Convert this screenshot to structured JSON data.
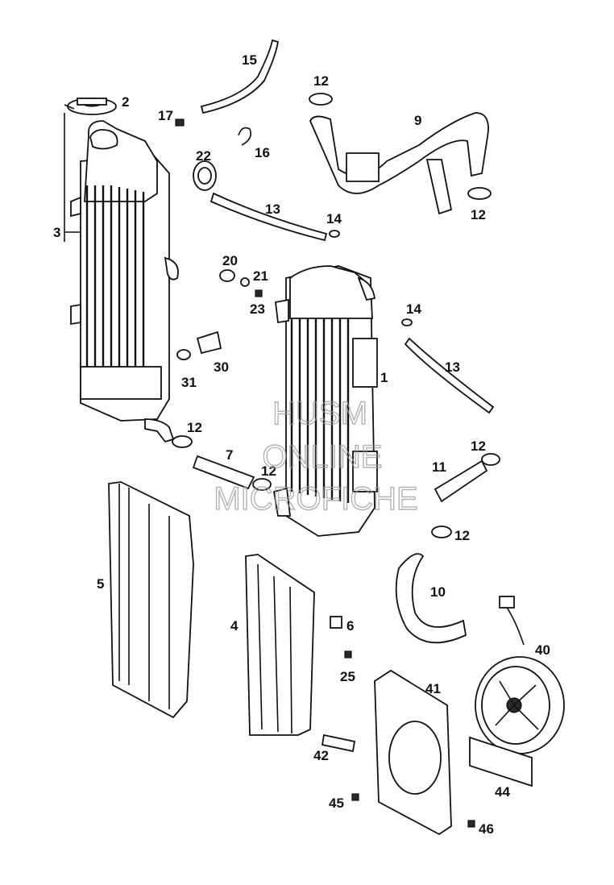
{
  "callouts": {
    "c1": "1",
    "c2": "2",
    "c3": "3",
    "c4": "4",
    "c5": "5",
    "c6": "6",
    "c7": "7",
    "c9": "9",
    "c10": "10",
    "c11": "11",
    "c12a": "12",
    "c12b": "12",
    "c12c": "12",
    "c12d": "12",
    "c12e": "12",
    "c12f": "12",
    "c13a": "13",
    "c13b": "13",
    "c14a": "14",
    "c14b": "14",
    "c15": "15",
    "c16": "16",
    "c17": "17",
    "c20": "20",
    "c21": "21",
    "c22": "22",
    "c23": "23",
    "c25": "25",
    "c30": "30",
    "c31": "31",
    "c40": "40",
    "c41": "41",
    "c42": "42",
    "c44": "44",
    "c45": "45",
    "c46": "46"
  },
  "watermark": {
    "line1": "HUSM",
    "line2": "ONLINE",
    "line3": "MICROFICHE"
  }
}
